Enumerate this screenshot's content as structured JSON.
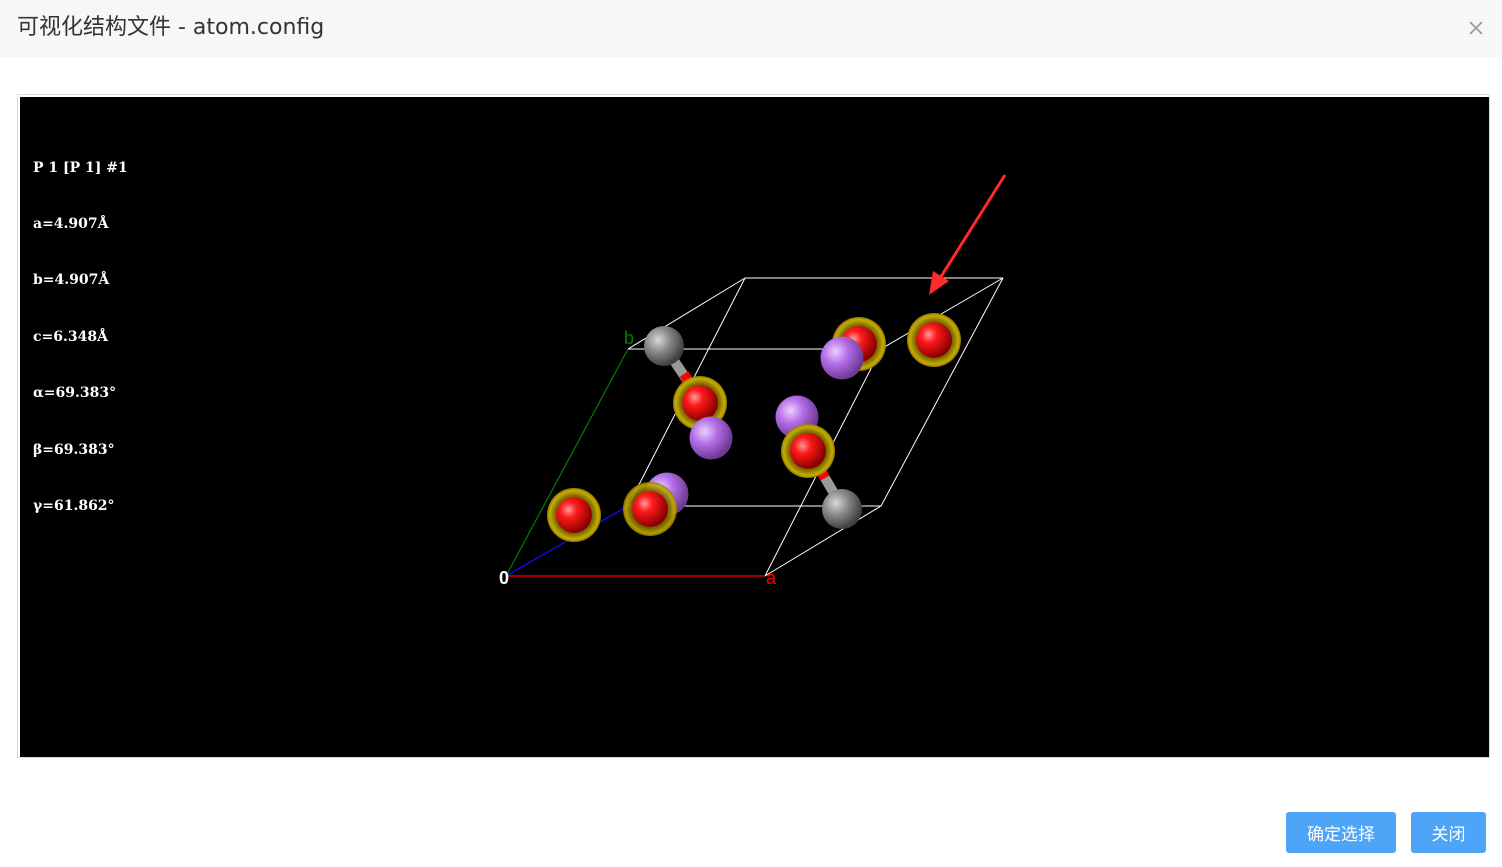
{
  "dialog": {
    "title": "可视化结构文件 - atom.config"
  },
  "viewer": {
    "cell_info": [
      "P 1 [P 1] #1",
      "a=4.907Å",
      "b=4.907Å",
      "c=6.348Å",
      "α=69.383°",
      "β=69.383°",
      "γ=61.862°"
    ],
    "axis_labels": {
      "origin": "0",
      "a": "a",
      "b": "b"
    },
    "colors": {
      "background": "#000000",
      "cell_edge": "#ffffff",
      "axis_a": "#ff0000",
      "axis_b": "#008000",
      "axis_c": "#0000ff",
      "oxygen": "#ff0000",
      "carbon": "#808080",
      "purple_atom": "#b266e6",
      "highlight_ring": "#b8a000",
      "annotation_arrow": "#ff2a2a"
    }
  },
  "footer": {
    "confirm_label": "确定选择",
    "close_label": "关闭"
  }
}
